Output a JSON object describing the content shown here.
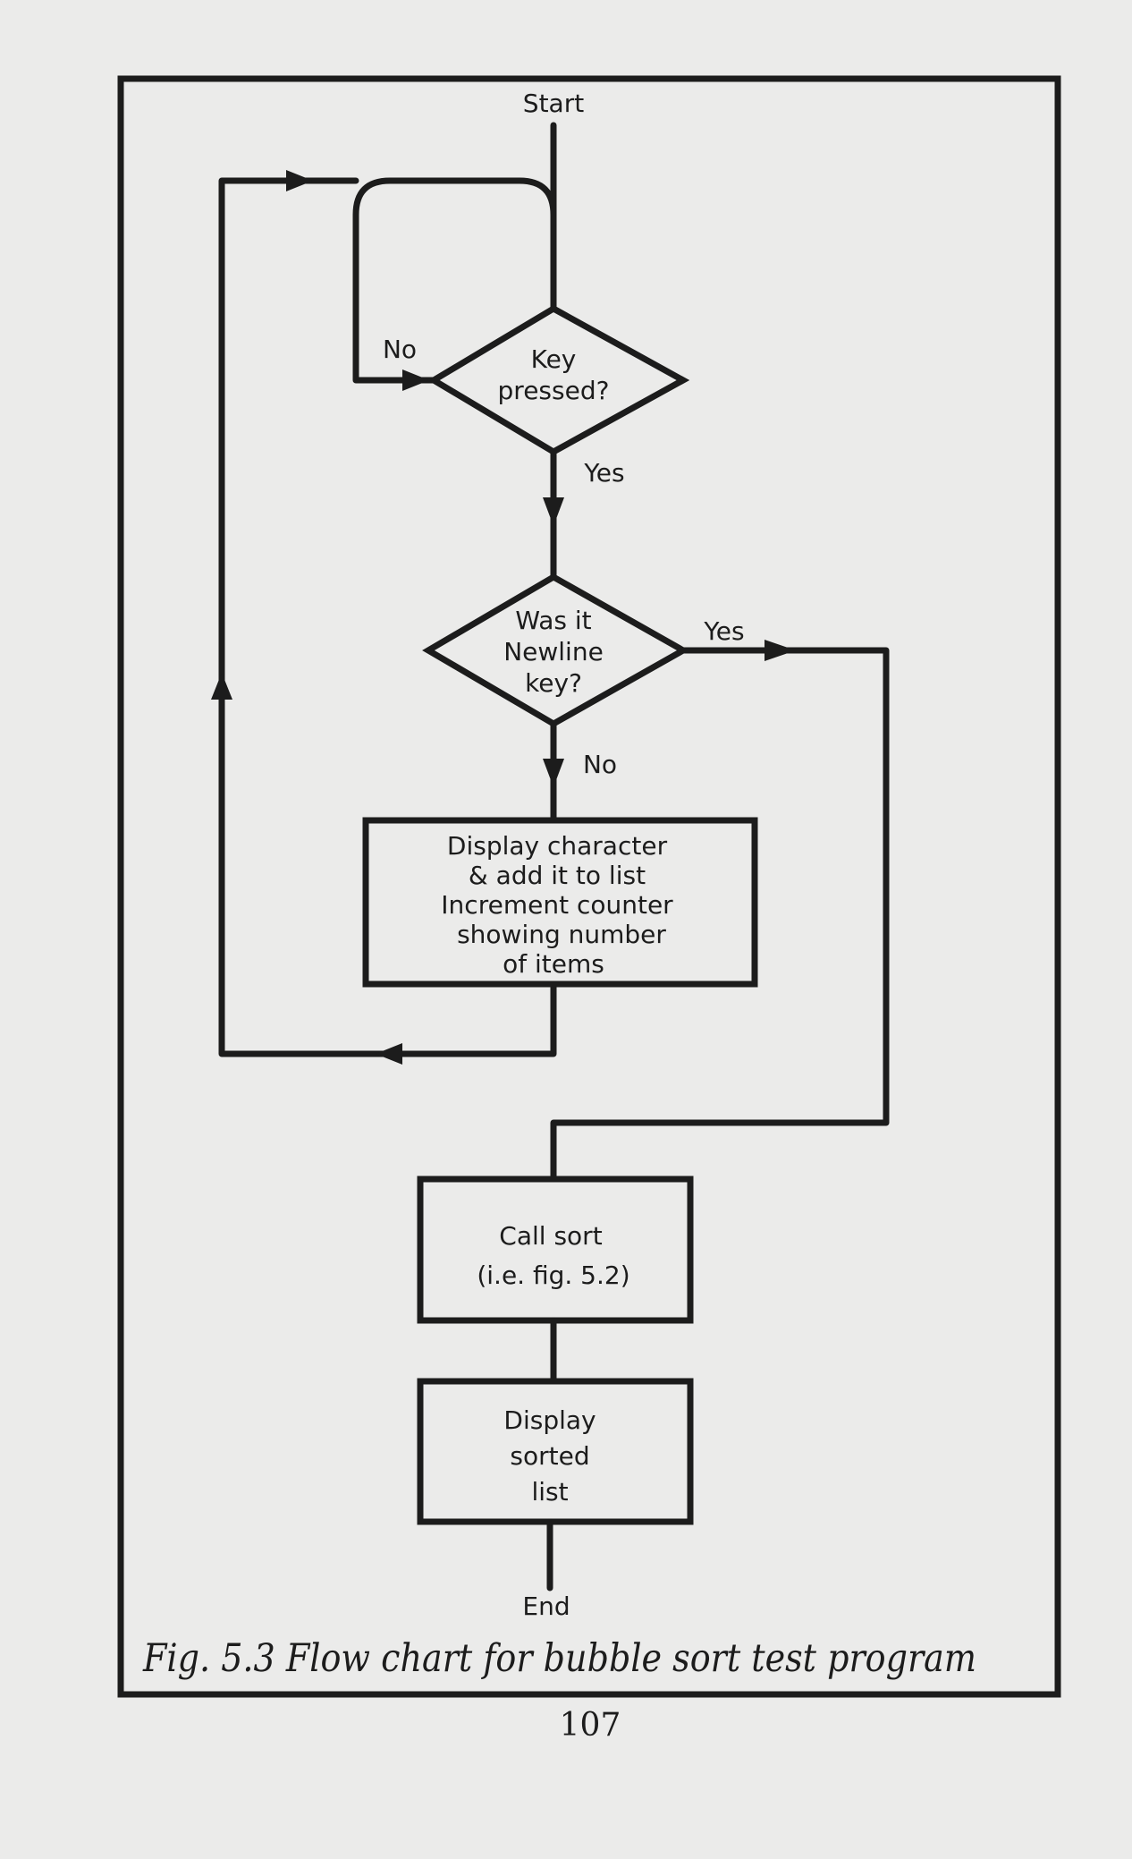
{
  "flowchart": {
    "start": "Start",
    "end": "End",
    "decision_key": {
      "lines": [
        "Key",
        "pressed?"
      ],
      "no_label": "No",
      "yes_label": "Yes"
    },
    "decision_newline": {
      "lines": [
        "Was it",
        "Newline",
        "key?"
      ],
      "yes_label": "Yes",
      "no_label": "No"
    },
    "process_display_char": {
      "lines": [
        "Display character",
        "& add it to list",
        "Increment counter",
        "showing number",
        "of items"
      ]
    },
    "process_call_sort": {
      "lines": [
        "Call sort",
        "(i.e. fig. 5.2)"
      ]
    },
    "process_display_sorted": {
      "lines": [
        "Display",
        "sorted",
        "list"
      ]
    }
  },
  "caption": "Fig. 5.3 Flow chart for bubble sort test program",
  "page_number": "107"
}
